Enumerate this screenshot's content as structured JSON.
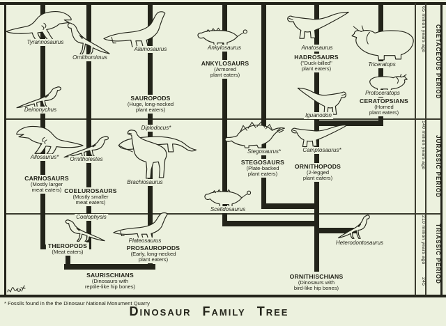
{
  "title_words": [
    "Dinosaur",
    "Family",
    "Tree"
  ],
  "footnote": "* Fossils found in the the Dinosaur National Monument Quarry",
  "colors": {
    "paper": "#ecf1de",
    "ink": "#23241a"
  },
  "timeline": {
    "periods": [
      {
        "name": "CRETACEOUS PERIOD",
        "age": "65 million years ago"
      },
      {
        "name": "JURASSIC PERIOD",
        "age": "140 million years ago"
      },
      {
        "name": "TRIASSIC PERIOD",
        "age": "210 million years ago"
      }
    ],
    "end_age": "245"
  },
  "species": [
    {
      "name": "Tyrannosaurus"
    },
    {
      "name": "Ornithomimus"
    },
    {
      "name": "Alamosaurus"
    },
    {
      "name": "Ankylosaurus"
    },
    {
      "name": "Anatosaurus"
    },
    {
      "name": "Triceratops"
    },
    {
      "name": "Deinonychus"
    },
    {
      "name": "Protoceratops"
    },
    {
      "name": "Iguanodon"
    },
    {
      "name": "Allosaurus*"
    },
    {
      "name": "Ornitholestes"
    },
    {
      "name": "Diplodocus*"
    },
    {
      "name": "Brachiosaurus"
    },
    {
      "name": "Stegosaurus*"
    },
    {
      "name": "Camptosaurus*"
    },
    {
      "name": "Scelidosaurus"
    },
    {
      "name": "Coelophysis"
    },
    {
      "name": "Plateosaurus"
    },
    {
      "name": "Heterodontosaurus"
    }
  ],
  "groups": [
    {
      "name": "CARNOSAURS",
      "desc": "(Mostly larger\nmeat eaters)"
    },
    {
      "name": "COELUROSAURS",
      "desc": "(Mostly smaller\nmeat eaters)"
    },
    {
      "name": "SAUROPODS",
      "desc": "(Huge, long-necked\nplant eaters)"
    },
    {
      "name": "ANKYLOSAURS",
      "desc": "(Armored\nplant eaters)"
    },
    {
      "name": "STEGOSAURS",
      "desc": "(Plate-backed\nplant eaters)"
    },
    {
      "name": "HADROSAURS",
      "desc": "(\"Duck-billed\"\nplant eaters)"
    },
    {
      "name": "CERATOPSIANS",
      "desc": "(Horned\nplant eaters)"
    },
    {
      "name": "ORNITHOPODS",
      "desc": "(2-legged\nplant eaters)"
    },
    {
      "name": "THEROPODS",
      "desc": "(Meat eaters)"
    },
    {
      "name": "PROSAUROPODS",
      "desc": "(Early, long-necked\nplant eaters)"
    },
    {
      "name": "SAURISCHIANS",
      "desc": "(Dinosaurs with\nreptile-like hip bones)"
    },
    {
      "name": "ORNITHISCHIANS",
      "desc": "(Dinosaurs with\nbird-like hip bones)"
    }
  ]
}
